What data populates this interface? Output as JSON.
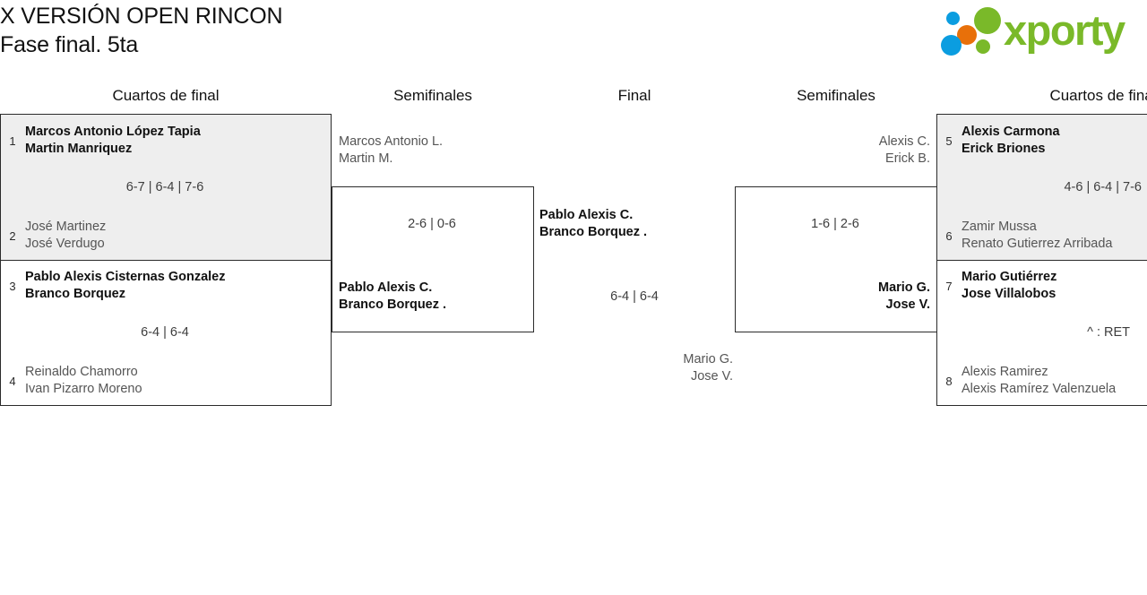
{
  "header": {
    "title_line1": "X VERSIÓN OPEN RINCON",
    "title_line2": "Fase final. 5ta",
    "logo_text": "xporty",
    "colors": {
      "green": "#7ab929",
      "blue": "#0b9de0",
      "orange": "#e8700a"
    }
  },
  "rounds": [
    {
      "id": "qf-left",
      "label": "Cuartos de final"
    },
    {
      "id": "sf-left",
      "label": "Semifinales"
    },
    {
      "id": "final",
      "label": "Final"
    },
    {
      "id": "sf-right",
      "label": "Semifinales"
    },
    {
      "id": "qf-right",
      "label": "Cuartos de final"
    }
  ],
  "matches": {
    "qf1": {
      "top": {
        "seed": "1",
        "player1": "Marcos Antonio López Tapia",
        "player2": "Martin Manriquez",
        "winner": true
      },
      "bottom": {
        "seed": "2",
        "player1": "José Martinez",
        "player2": "José Verdugo",
        "winner": false
      },
      "score": "6-7 | 6-4 | 7-6"
    },
    "qf2": {
      "top": {
        "seed": "3",
        "player1": "Pablo Alexis Cisternas Gonzalez",
        "player2": "Branco Borquez",
        "winner": true
      },
      "bottom": {
        "seed": "4",
        "player1": "Reinaldo Chamorro",
        "player2": "Ivan Pizarro Moreno",
        "winner": false
      },
      "score": "6-4 | 6-4"
    },
    "qf3": {
      "top": {
        "seed": "5",
        "player1": "Alexis Carmona",
        "player2": "Erick Briones",
        "winner": true
      },
      "bottom": {
        "seed": "6",
        "player1": "Zamir Mussa",
        "player2": "Renato Gutierrez Arribada",
        "winner": false
      },
      "score": "4-6 | 6-4 | 7-6"
    },
    "qf4": {
      "top": {
        "seed": "7",
        "player1": "Mario Gutiérrez",
        "player2": "Jose Villalobos",
        "winner": true
      },
      "bottom": {
        "seed": "8",
        "player1": "Alexis Ramirez",
        "player2": "Alexis Ramírez Valenzuela",
        "winner": false
      },
      "score": "^ : RET"
    },
    "sf1": {
      "top": {
        "player1": "Marcos Antonio L.",
        "player2": "Martin M.",
        "winner": false
      },
      "bottom": {
        "player1": "Pablo Alexis C.",
        "player2": "Branco Borquez .",
        "winner": true
      },
      "score": "2-6 | 0-6"
    },
    "sf2": {
      "top": {
        "player1": "Alexis C.",
        "player2": "Erick B.",
        "winner": false
      },
      "bottom": {
        "player1": "Mario G.",
        "player2": "Jose V.",
        "winner": true
      },
      "score": "1-6 | 2-6"
    },
    "final": {
      "top": {
        "player1": "Pablo Alexis C.",
        "player2": "Branco Borquez .",
        "winner": true
      },
      "bottom": {
        "player1": "Mario G.",
        "player2": "Jose V.",
        "winner": false
      },
      "score": "6-4 | 6-4"
    }
  }
}
